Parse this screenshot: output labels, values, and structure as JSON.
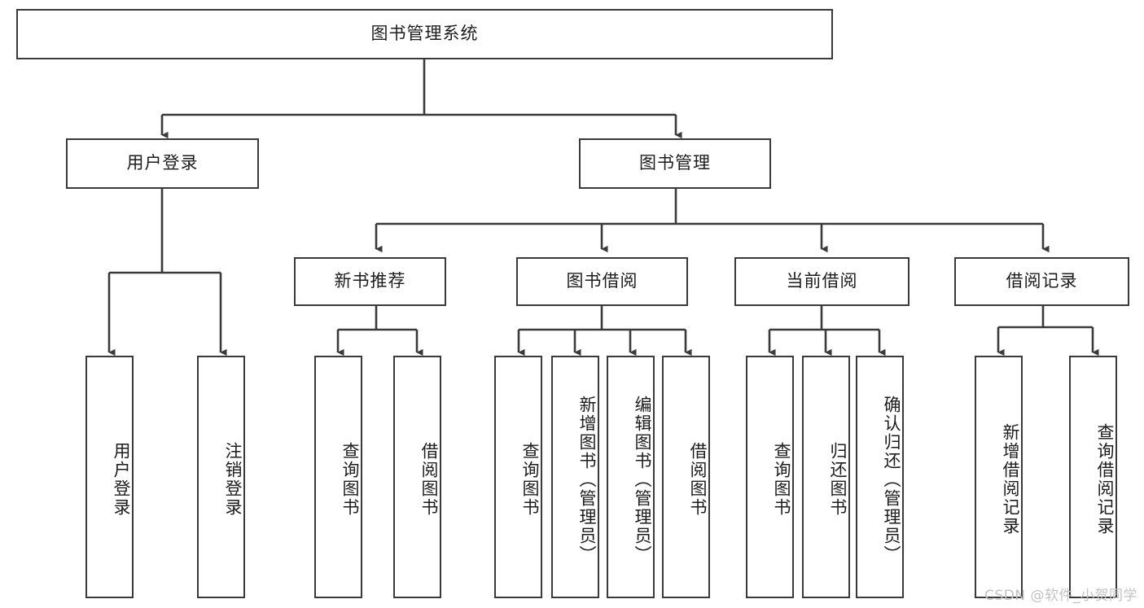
{
  "diagram": {
    "title": "图书管理系统",
    "type": "functional-structure-tree",
    "orientation": "top-down",
    "style": {
      "box_border_color": "#3a3a3a",
      "box_fill_color": "#ffffff",
      "connector_color": "#3a3a3a",
      "text_color": "#1c1c1c",
      "background_color": "#ffffff"
    },
    "root": {
      "label": "图书管理系统"
    },
    "level2": [
      {
        "label": "用户登录"
      },
      {
        "label": "图书管理"
      }
    ],
    "level3": [
      {
        "label": "新书推荐"
      },
      {
        "label": "图书借阅"
      },
      {
        "label": "当前借阅"
      },
      {
        "label": "借阅记录"
      }
    ],
    "leaves": {
      "user_login": [
        {
          "label": "用户登录"
        },
        {
          "label": "注销登录"
        }
      ],
      "new_book_recommend": [
        {
          "label": "查询图书"
        },
        {
          "label": "借阅图书"
        }
      ],
      "book_borrow": [
        {
          "label": "查询图书"
        },
        {
          "label": "新增图书（管理员）"
        },
        {
          "label": "编辑图书（管理员）"
        },
        {
          "label": "借阅图书"
        }
      ],
      "current_borrow": [
        {
          "label": "查询图书"
        },
        {
          "label": "归还图书"
        },
        {
          "label": "确认归还（管理员）"
        }
      ],
      "borrow_record": [
        {
          "label": "新增借阅记录"
        },
        {
          "label": "查询借阅记录"
        }
      ]
    }
  },
  "watermark": {
    "text": "CSDN @软件_小贺同学"
  }
}
